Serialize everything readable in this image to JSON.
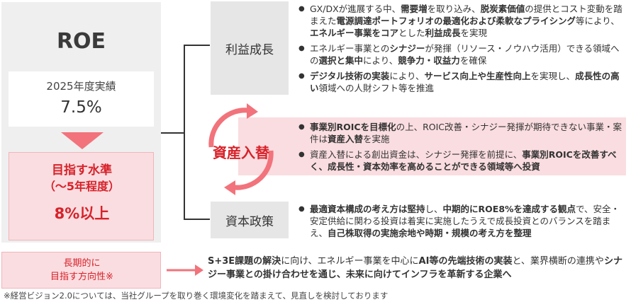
{
  "roe": {
    "title": "ROE",
    "actual_label": "2025年度実績",
    "actual_value": "7.5%",
    "target_line1": "目指す水準",
    "target_line2": "（～5年程度）",
    "target_value": "8%以上"
  },
  "categories": {
    "profit": "利益成長",
    "asset": "資産入替",
    "capital": "資本政策"
  },
  "profit_bullets": [
    {
      "segments": [
        {
          "t": "GX/DXが進展する中、"
        },
        {
          "t": "需要増",
          "b": true
        },
        {
          "t": "を取り込み、"
        },
        {
          "t": "脱炭素価値",
          "b": true
        },
        {
          "t": "の提供とコスト変動を踏まえた"
        },
        {
          "t": "電源調達ポートフォリオの最適化および柔軟なプライシング",
          "b": true
        },
        {
          "t": "等により、"
        },
        {
          "t": "エネルギー事業をコア",
          "b": true
        },
        {
          "t": "とした"
        },
        {
          "t": "利益成長",
          "b": true
        },
        {
          "t": "を実現"
        }
      ]
    },
    {
      "segments": [
        {
          "t": "エネルギー事業との"
        },
        {
          "t": "シナジー",
          "b": true
        },
        {
          "t": "が発揮（リソース・ノウハウ活用）できる領域への"
        },
        {
          "t": "選択と集中",
          "b": true
        },
        {
          "t": "により、"
        },
        {
          "t": "競争力・収益力",
          "b": true
        },
        {
          "t": "を確保"
        }
      ]
    },
    {
      "segments": [
        {
          "t": "デジタル技術の実装",
          "b": true
        },
        {
          "t": "により、"
        },
        {
          "t": "サービス向上や生産性向上",
          "b": true
        },
        {
          "t": "を実現し、"
        },
        {
          "t": "成長性の高い",
          "b": true
        },
        {
          "t": "領域への人財シフト等を推進"
        }
      ]
    }
  ],
  "asset_bullets": [
    {
      "segments": [
        {
          "t": "事業別ROICを目標化",
          "b": true
        },
        {
          "t": "の上、ROIC改善・シナジー発揮が期待できない事業・案件は"
        },
        {
          "t": "資産入替",
          "b": true
        },
        {
          "t": "を実施"
        }
      ]
    },
    {
      "segments": [
        {
          "t": "資産入替による創出資金は、シナジー発揮を前提に、"
        },
        {
          "t": "事業別ROICを改善すべく、成長性・資本効率を高めることができる領域等へ投資",
          "b": true
        }
      ]
    }
  ],
  "capital_bullets": [
    {
      "segments": [
        {
          "t": "最適資本構成の考え方は堅持",
          "b": true
        },
        {
          "t": "し、"
        },
        {
          "t": "中期的にROE8%を達成する観点",
          "b": true
        },
        {
          "t": "で、安全・安定供給に関わる投資は着実に実施したうえで成長投資とのバランスを踏まえ、"
        },
        {
          "t": "自己株取得の実施余地や時期・規模の考え方を整理",
          "b": true
        }
      ]
    }
  ],
  "long_term": {
    "label_line1": "長期的に",
    "label_line2": "目指す方向性※",
    "segments": [
      {
        "t": "S+3E課題の解決",
        "b": true
      },
      {
        "t": "に向け、エネルギー事業を中心に"
      },
      {
        "t": "AI等の先端技術の実装",
        "b": true
      },
      {
        "t": "と、業界横断の連携や"
      },
      {
        "t": "シナジー事業との掛け合わせを通じ、未来に向けてインフラを革新する企業へ",
        "b": true
      }
    ]
  },
  "footnote": "※経営ビジョン2.0については、当社グループを取り巻く環境変化を踏まえて、見直しを検討しております",
  "colors": {
    "accent": "#d7222a",
    "pink_fill": "#fadde0",
    "arrow": "#f2737b",
    "gray_box": "#e6e6e6"
  }
}
